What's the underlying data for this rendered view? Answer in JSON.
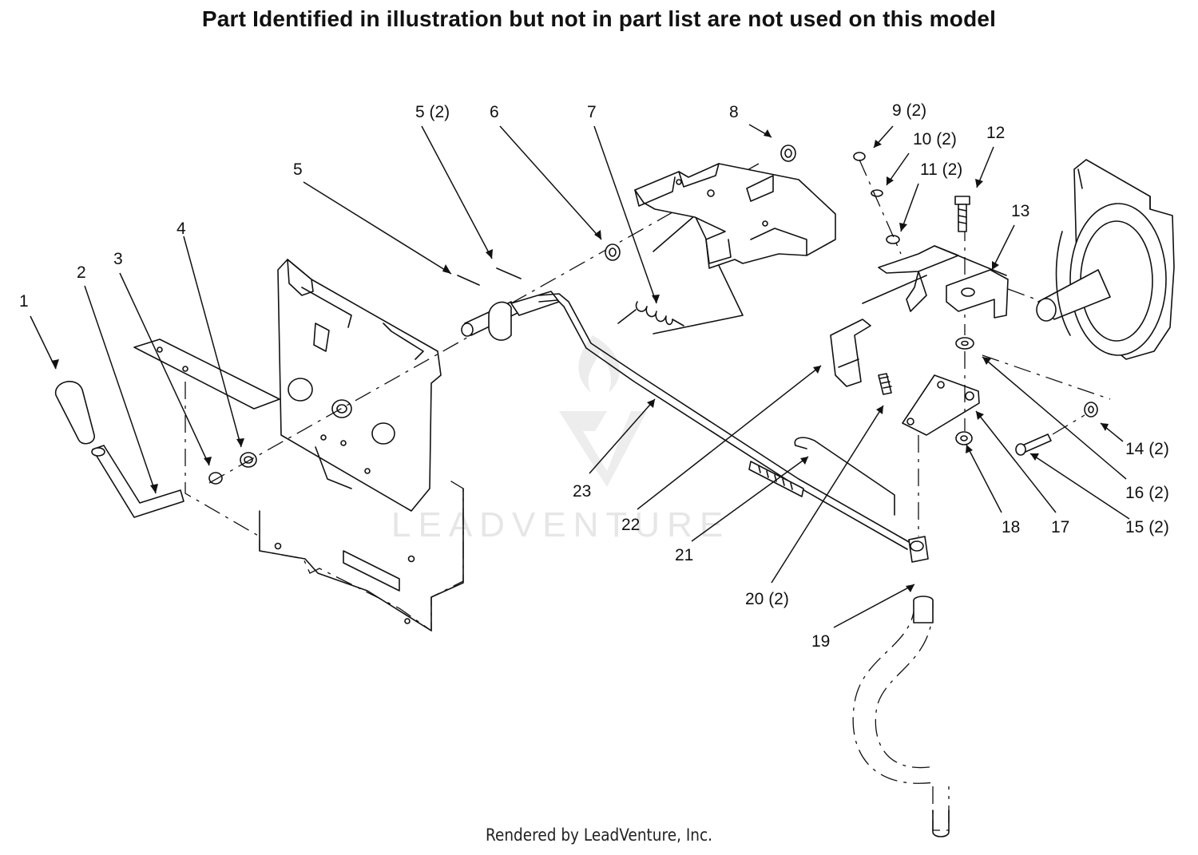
{
  "header": {
    "notice": "Part Identified in illustration but not in part list are not used on this model"
  },
  "watermark": {
    "text": "LEADVENTURE"
  },
  "footer": {
    "credit": "Rendered by LeadVenture, Inc."
  },
  "callouts": {
    "c1": "1",
    "c2": "2",
    "c3": "3",
    "c4": "4",
    "c5": "5",
    "c5b": "5 (2)",
    "c6": "6",
    "c7": "7",
    "c8": "8",
    "c9": "9 (2)",
    "c10": "10 (2)",
    "c11": "11 (2)",
    "c12": "12",
    "c13": "13",
    "c14": "14 (2)",
    "c15": "15 (2)",
    "c16": "16 (2)",
    "c17": "17",
    "c18": "18",
    "c19": "19",
    "c20": "20 (2)",
    "c21": "21",
    "c22": "22",
    "c23": "23"
  }
}
